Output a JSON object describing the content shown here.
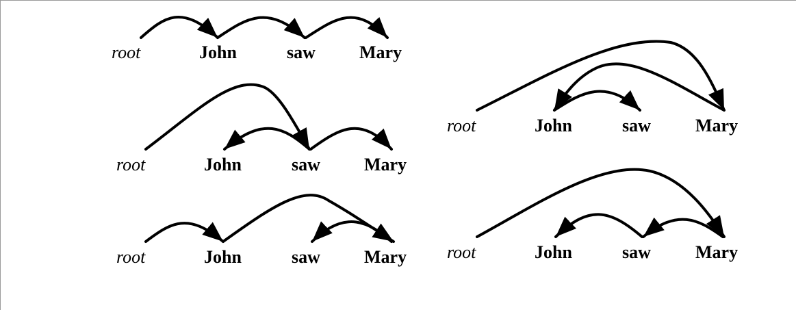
{
  "trees": [
    {
      "words": [
        {
          "text": "root",
          "root": true
        },
        {
          "text": "John"
        },
        {
          "text": "saw"
        },
        {
          "text": "Mary"
        }
      ]
    },
    {
      "words": [
        {
          "text": "root",
          "root": true
        },
        {
          "text": "John"
        },
        {
          "text": "saw"
        },
        {
          "text": "Mary"
        }
      ]
    },
    {
      "words": [
        {
          "text": "root",
          "root": true
        },
        {
          "text": "John"
        },
        {
          "text": "saw"
        },
        {
          "text": "Mary"
        }
      ]
    },
    {
      "words": [
        {
          "text": "root",
          "root": true
        },
        {
          "text": "John"
        },
        {
          "text": "saw"
        },
        {
          "text": "Mary"
        }
      ]
    },
    {
      "words": [
        {
          "text": "root",
          "root": true
        },
        {
          "text": "John"
        },
        {
          "text": "saw"
        },
        {
          "text": "Mary"
        }
      ]
    }
  ]
}
